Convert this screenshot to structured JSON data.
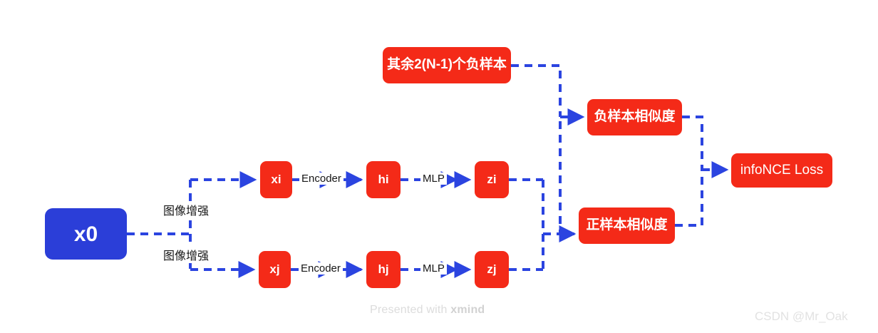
{
  "diagram": {
    "title": "SimCLR contrastive learning pipeline",
    "colors": {
      "root_node": "#2B3ED8",
      "node": "#F42A18",
      "edge": "#2B44E0",
      "node_text": "#FFFFFF",
      "label_text": "#161616",
      "background": "#FFFFFF"
    },
    "nodes": {
      "root": "x0",
      "xi": "xi",
      "hi": "hi",
      "zi": "zi",
      "xj": "xj",
      "hj": "hj",
      "zj": "zj",
      "negative_samples": "其余2(N-1)个负样本",
      "negative_similarity": "负样本相似度",
      "positive_similarity": "正样本相似度",
      "loss": "infoNCE Loss"
    },
    "edge_labels": {
      "augment_top": "图像增强",
      "augment_bottom": "图像增强",
      "encoder_top": "Encoder",
      "mlp_top": "MLP",
      "encoder_bottom": "Encoder",
      "mlp_bottom": "MLP"
    }
  },
  "watermarks": {
    "xmind_prefix": "Presented with ",
    "xmind_brand": "xmind",
    "csdn": "CSDN @Mr_Oak"
  }
}
